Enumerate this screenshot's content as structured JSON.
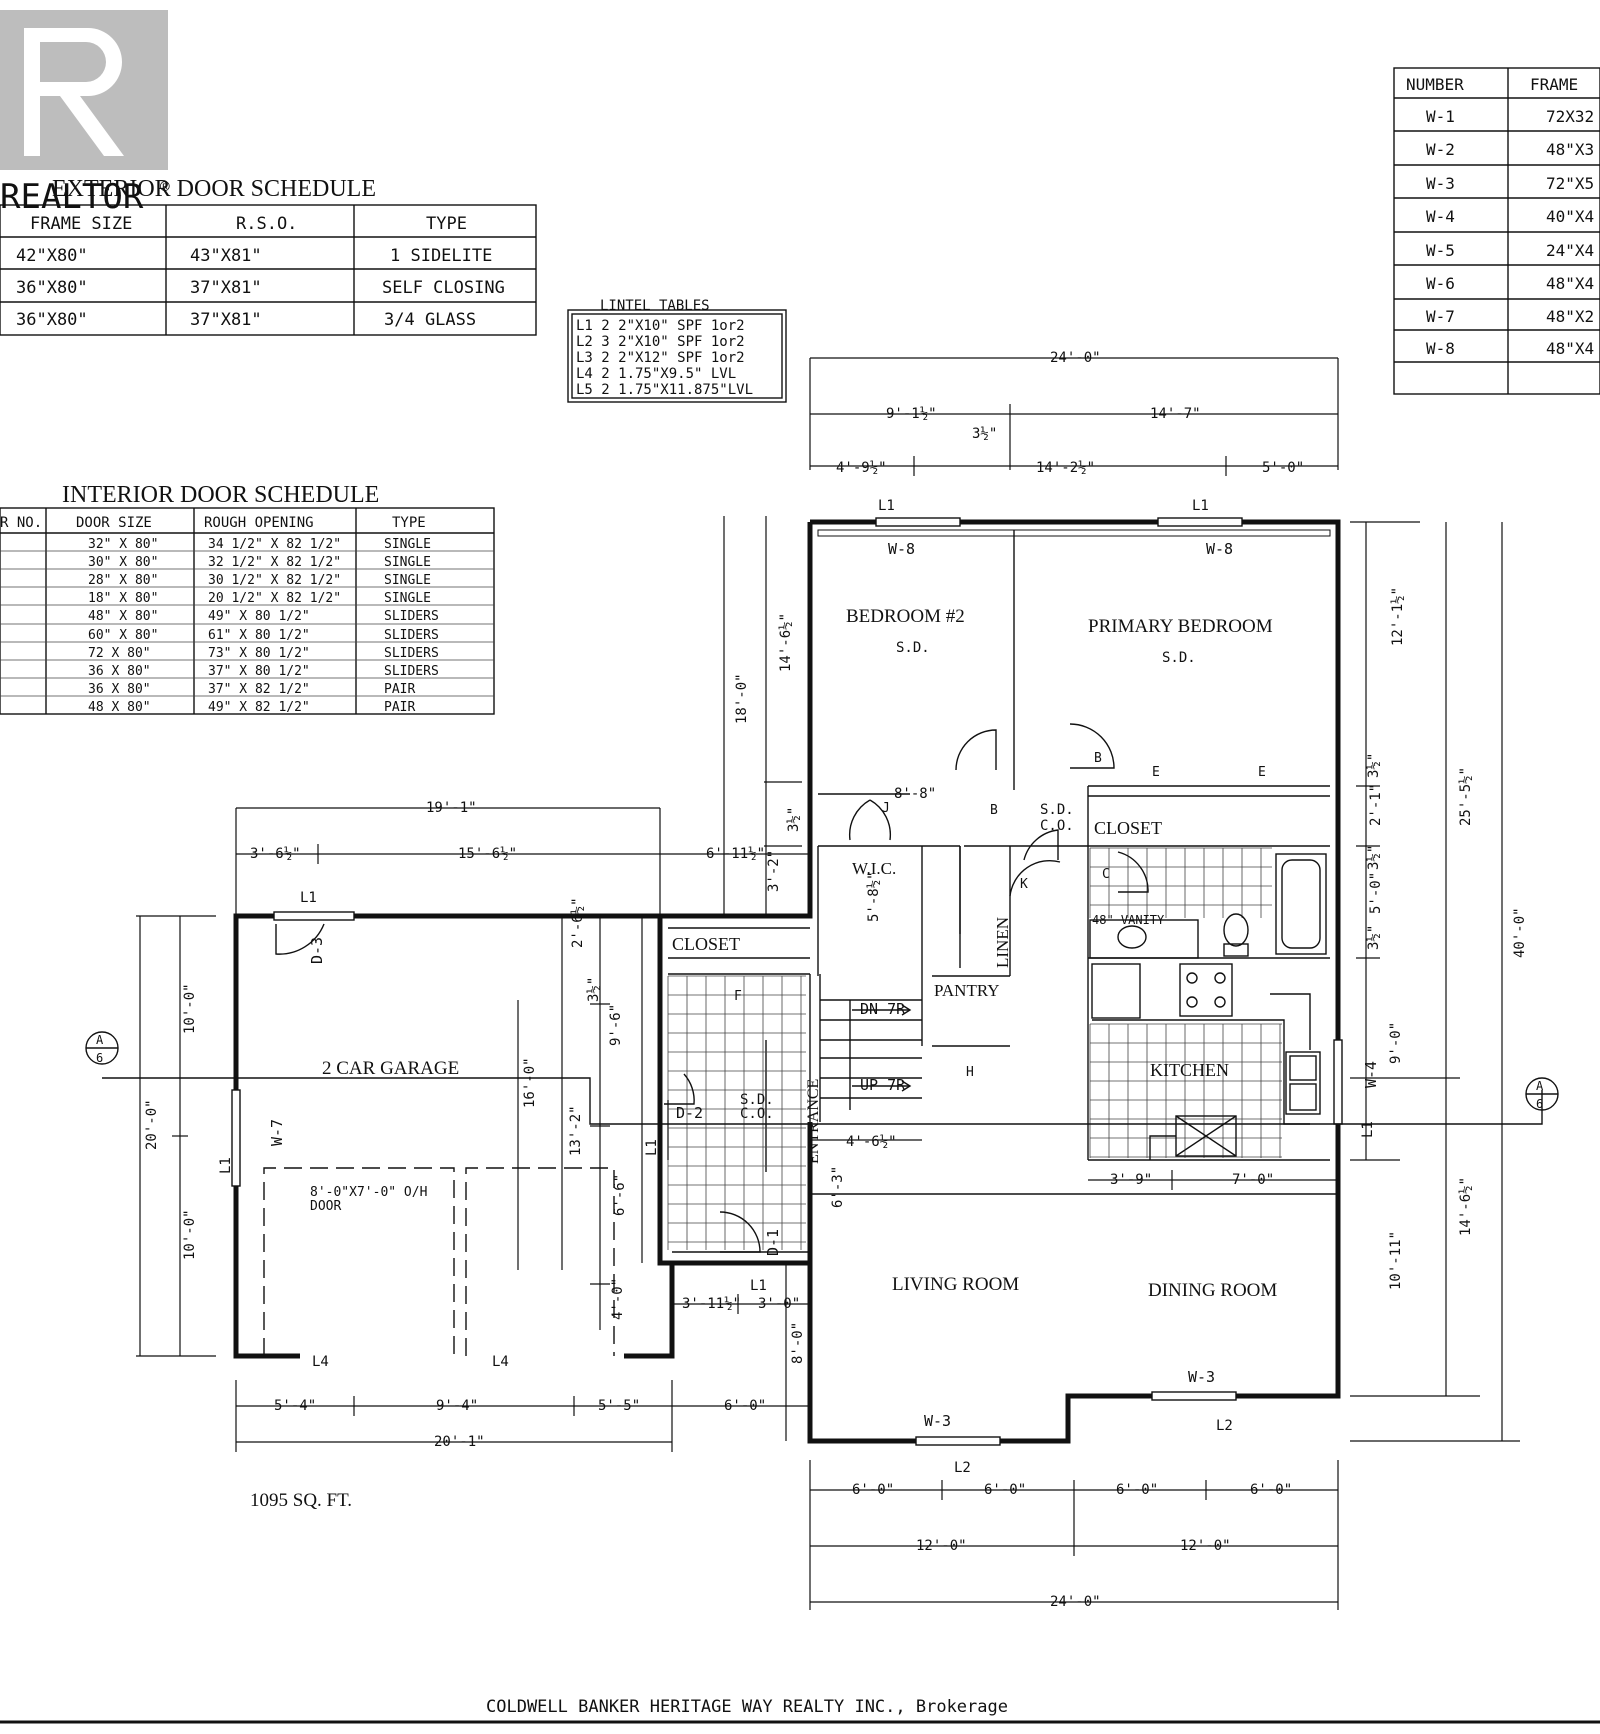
{
  "logo": {
    "text": "REALTOR",
    "trademark": "®"
  },
  "footer": {
    "brokerage": "COLDWELL BANKER HERITAGE WAY REALTY INC., Brokerage"
  },
  "exterior_door_schedule": {
    "title": "EXTERIOR DOOR SCHEDULE",
    "headers": [
      "FRAME SIZE",
      "R.S.O.",
      "TYPE"
    ],
    "rows": [
      [
        "42\"X80\"",
        "43\"X81\"",
        "1 SIDELITE"
      ],
      [
        "36\"X80\"",
        "37\"X81\"",
        "SELF CLOSING"
      ],
      [
        "36\"X80\"",
        "37\"X81\"",
        "3/4 GLASS"
      ]
    ]
  },
  "interior_door_schedule": {
    "title": "INTERIOR DOOR SCHEDULE",
    "headers": [
      "R NO.",
      "DOOR SIZE",
      "ROUGH OPENING",
      "TYPE"
    ],
    "rows": [
      [
        "",
        "32\" X 80\"",
        "34 1/2\" X 82 1/2\"",
        "SINGLE"
      ],
      [
        "",
        "30\" X 80\"",
        "32 1/2\" X 82 1/2\"",
        "SINGLE"
      ],
      [
        "",
        "28\" X 80\"",
        "30 1/2\" X 82 1/2\"",
        "SINGLE"
      ],
      [
        "",
        "18\" X 80\"",
        "20 1/2\" X 82 1/2\"",
        "SINGLE"
      ],
      [
        "",
        "48\" X 80\"",
        "49\" X 80 1/2\"",
        "SLIDERS"
      ],
      [
        "",
        "60\" X 80\"",
        "61\" X 80 1/2\"",
        "SLIDERS"
      ],
      [
        "",
        "72 X 80\"",
        "73\" X 80 1/2\"",
        "SLIDERS"
      ],
      [
        "",
        "36 X 80\"",
        "37\" X 80 1/2\"",
        "SLIDERS"
      ],
      [
        "",
        "36 X 80\"",
        "37\" X 82 1/2\"",
        "PAIR"
      ],
      [
        "",
        "48 X 80\"",
        "49\" X 82 1/2\"",
        "PAIR"
      ]
    ]
  },
  "lintel_tables": {
    "title": "LINTEL TABLES",
    "rows": [
      "L1 2 2\"X10\" SPF 1or2",
      "L2 3 2\"X10\" SPF 1or2",
      "L3 2 2\"X12\" SPF 1or2",
      "L4 2 1.75\"X9.5\" LVL",
      "L5 2 1.75\"X11.875\"LVL"
    ]
  },
  "window_schedule": {
    "headers": [
      "NUMBER",
      "FRAME"
    ],
    "rows": [
      [
        "W-1",
        "72X32"
      ],
      [
        "W-2",
        "48\"X3"
      ],
      [
        "W-3",
        "72\"X5"
      ],
      [
        "W-4",
        "40\"X4"
      ],
      [
        "W-5",
        "24\"X4"
      ],
      [
        "W-6",
        "48\"X4"
      ],
      [
        "W-7",
        "48\"X2"
      ],
      [
        "W-8",
        "48\"X4"
      ],
      [
        "",
        ""
      ]
    ]
  },
  "rooms": {
    "bedroom2": "BEDROOM #2",
    "primary": "PRIMARY BEDROOM",
    "closet_upper": "CLOSET",
    "closet_entry": "CLOSET",
    "wic": "W.I.C.",
    "linen": "LINEN",
    "pantry": "PANTRY",
    "kitchen": "KITCHEN",
    "entrance": "ENTRANCE",
    "garage": "2 CAR GARAGE",
    "living": "LIVING ROOM",
    "dining": "DINING ROOM",
    "vanity": "48\" VANITY",
    "stairs_down": "DN 7R",
    "stairs_up": "UP 7R",
    "garage_door": "8'-0\"X7'-0\" O/H",
    "garage_door_2": "DOOR",
    "area": "1095 SQ. FT."
  },
  "smoke_detectors": {
    "sd": "S.D.",
    "co": "C.O."
  },
  "windows": {
    "w8a": "W-8",
    "w8b": "W-8",
    "w4": "W-4",
    "w7": "W-7",
    "w3a": "W-3",
    "w3b": "W-3"
  },
  "doors": {
    "d1": "D-1",
    "d2": "D-2",
    "d3": "D-3"
  },
  "door_tags": [
    "B",
    "B",
    "E",
    "E",
    "J",
    "K",
    "C",
    "F",
    "H"
  ],
  "lintels": {
    "l1_w8a": "L1",
    "l1_w8b": "L1",
    "l1_garage": "L1",
    "l1_w7": "L1",
    "l1_d2": "L1",
    "l1_w4": "L1",
    "l1_d1": "L1",
    "l2_w3a": "L2",
    "l2_w3b": "L2",
    "l4a": "L4",
    "l4b": "L4"
  },
  "section_markers": {
    "letter": "A",
    "sheet": "6"
  },
  "dimensions": {
    "top_24": "24'-0\"",
    "top_9_1half": "9'-1½\"",
    "top_14_7": "14'-7\"",
    "top_3half": "3½\"",
    "top_4_9half": "4'-9½\"",
    "top_14_2half": "14'-2½\"",
    "top_5_0": "5'-0\"",
    "garage_19_1": "19'-1\"",
    "garage_3_6half": "3'-6½\"",
    "garage_15_6half": "15'-6½\"",
    "d_6_11half": "6'-11½\"",
    "d_18_0": "18'-0\"",
    "d_14_6half": "14'-6½\"",
    "d_3half_a": "3½\"",
    "d_3_2": "3'-2\"",
    "d_8_8": "8'-8\"",
    "d_5_8half": "5'-8½\"",
    "d_2_6half": "2'-6½\"",
    "d_3half_b": "3½\"",
    "d_9_6": "9'-6\"",
    "d_16_0": "16'-0\"",
    "d_13_2": "13'-2\"",
    "d_6_6": "6'-6\"",
    "d_4_0": "4'-0\"",
    "d_4_6half": "4'-6½\"",
    "d_6_3": "6'-3\"",
    "g_10_0a": "10'-0\"",
    "g_10_0b": "10'-0\"",
    "g_20_0": "20'-0\"",
    "r_12_1half": "12'-1½\"",
    "r_3half_a": "3½\"",
    "r_2_1": "2'-1\"",
    "r_3half_b": "3½\"",
    "r_5_0": "5'-0\"",
    "r_3half_c": "3½\"",
    "r_9_0": "9'-0\"",
    "r_25_5half": "25'-5½\"",
    "r_40_0": "40'-0\"",
    "r_14_6half": "14'-6½\"",
    "r_10_11": "10'-11\"",
    "k_3_9": "3'-9\"",
    "k_7_0": "7'-0\"",
    "e_3_11half": "3'-11½\"",
    "e_3_0": "3'-0\"",
    "e_8_0": "8'-0\"",
    "b_5_4": "5'-4\"",
    "b_9_4": "9'-4\"",
    "b_5_5": "5'-5\"",
    "b_6_0": "6'-0\"",
    "b_20_1": "20'-1\"",
    "l_6_0a": "6'-0\"",
    "l_6_0b": "6'-0\"",
    "l_6_0c": "6'-0\"",
    "l_6_0d": "6'-0\"",
    "l_12_0a": "12'-0\"",
    "l_12_0b": "12'-0\"",
    "l_24_0": "24'-0\""
  }
}
